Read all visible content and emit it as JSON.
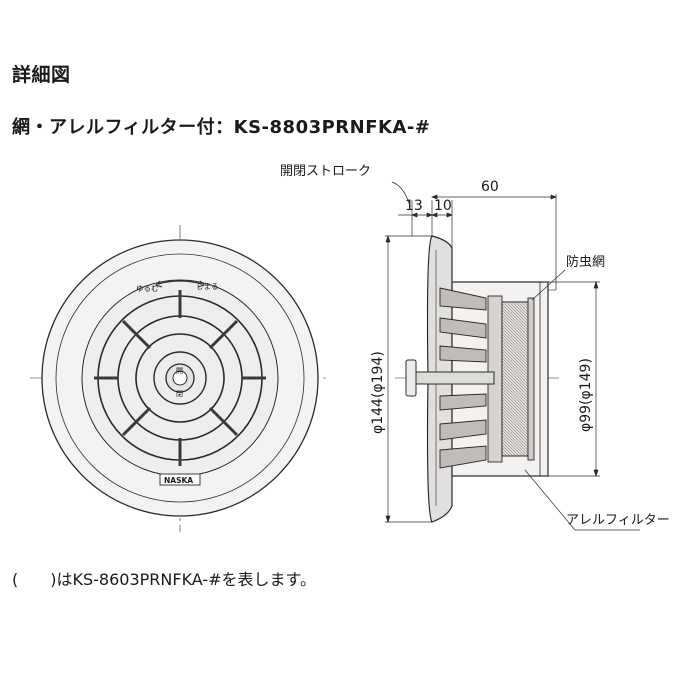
{
  "header": {
    "title": "詳細図",
    "subtitle": "網・アレルフィルター付：KS-8803PRNFKA-#"
  },
  "front_view": {
    "knob_left": "ゆるむ",
    "knob_right": "しまる",
    "center_top": "開",
    "center_bottom": "閉",
    "brand": "NASKA"
  },
  "side_view": {
    "dimensions": {
      "stroke_label": "開閉ストローク",
      "d13": "13",
      "d10": "10",
      "d60": "60",
      "diam_outer": "φ144(φ194)",
      "diam_inner": "φ99(φ149)"
    },
    "callouts": {
      "insect_net": "防虫網",
      "allergy_filter": "アレルフィルター"
    }
  },
  "footer": {
    "note": "(　　)はKS-8603PRNFKA-#を表します。"
  },
  "colors": {
    "line": "#2b2b2b",
    "fill_light": "#f0efee",
    "fill_mid": "#dcdad8",
    "fill_dark": "#a8a5a2",
    "mesh": "#c9c6c3"
  }
}
